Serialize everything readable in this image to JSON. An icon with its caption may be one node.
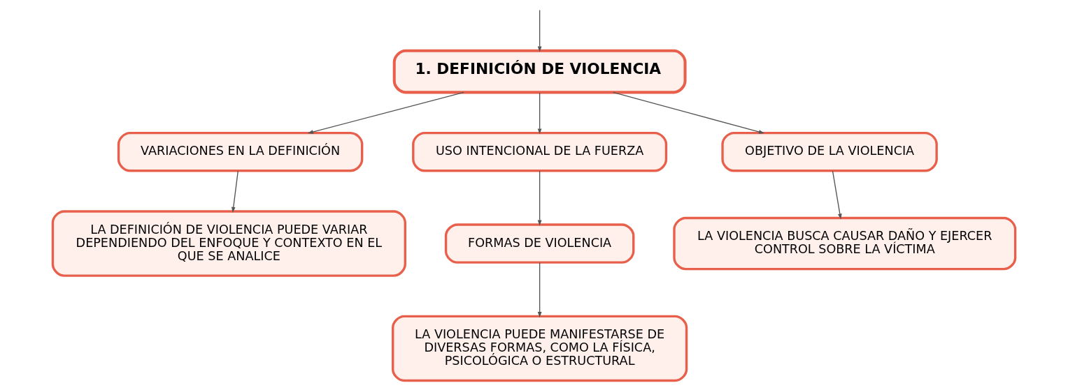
{
  "diagram": {
    "nodes": [
      {
        "text": [
          "1. DEFINICIÓN DE VIOLENCIA"
        ]
      },
      {
        "text": [
          "VARIACIONES EN LA DEFINICIÓN"
        ]
      },
      {
        "text": [
          "USO INTENCIONAL DE LA FUERZA"
        ]
      },
      {
        "text": [
          "OBJETIVO DE LA VIOLENCIA"
        ]
      },
      {
        "text": [
          "LA DEFINICIÓN DE VIOLENCIA PUEDE VARIAR DEPENDIENDO DEL ENFOQUE Y CONTEXTO EN EL QUE SE ANALICE"
        ]
      },
      {
        "text": [
          "FORMAS DE VIOLENCIA"
        ]
      },
      {
        "text": [
          "LA VIOLENCIA BUSCA CAUSAR DAÑO Y EJERCER CONTROL SOBRE LA VÍCTIMA"
        ]
      },
      {
        "text": [
          "LA VIOLENCIA PUEDE MANIFESTARSE DE DIVERSAS FORMAS, COMO LA FÍSICA, PSICOLÓGICA O ESTRUCTURAL"
        ]
      }
    ],
    "edges": [
      {
        "from": null,
        "to": 0,
        "arrow": "to"
      },
      {
        "from": 0,
        "to": 1,
        "arrow": "to"
      },
      {
        "from": 0,
        "to": 2,
        "arrow": "to"
      },
      {
        "from": 0,
        "to": 3,
        "arrow": "to"
      },
      {
        "from": 1,
        "to": 4,
        "arrow": "to"
      },
      {
        "from": 2,
        "to": 5,
        "arrow": "to"
      },
      {
        "from": 3,
        "to": 6,
        "arrow": "to"
      },
      {
        "from": 5,
        "to": 7,
        "arrow": "to"
      }
    ]
  }
}
